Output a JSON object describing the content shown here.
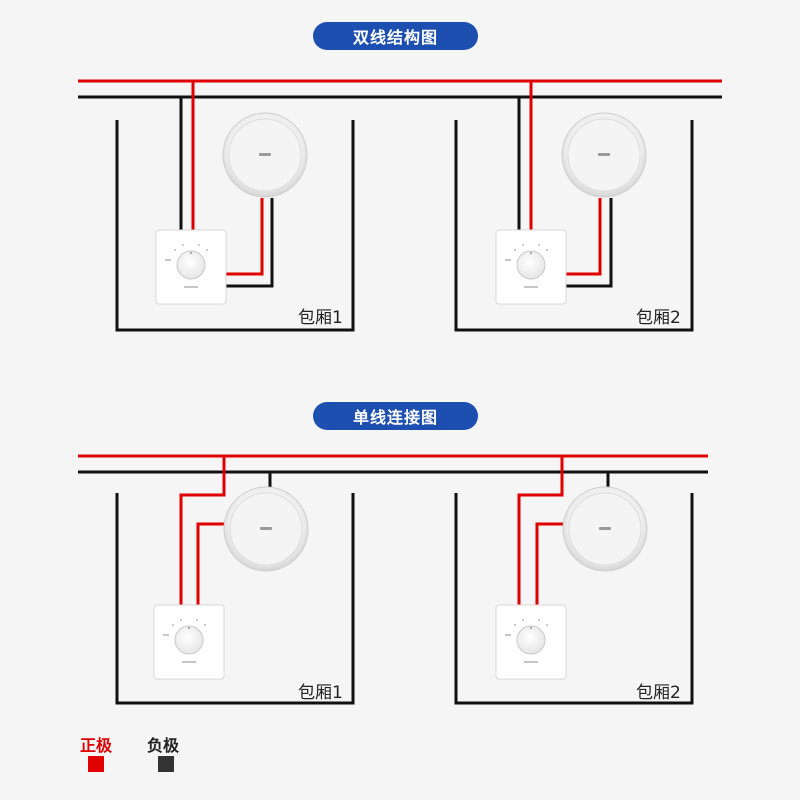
{
  "colors": {
    "background": "#f5f5f5",
    "pill": "#1d4fb0",
    "positive": "#e00000",
    "negative": "#111111",
    "legend_negative": "#333333",
    "device_white": "#ffffff",
    "device_border": "#d8d8d8"
  },
  "sections": {
    "dual": {
      "title": "双线结构图"
    },
    "single": {
      "title": "单线连接图"
    }
  },
  "rooms": {
    "dual_1": "包厢1",
    "dual_2": "包厢2",
    "single_1": "包厢1",
    "single_2": "包厢2"
  },
  "legend": {
    "positive": "正极",
    "negative": "负极"
  },
  "icons": {
    "speaker": "ceiling-speaker-icon",
    "volume_control": "volume-knob-panel-icon"
  }
}
